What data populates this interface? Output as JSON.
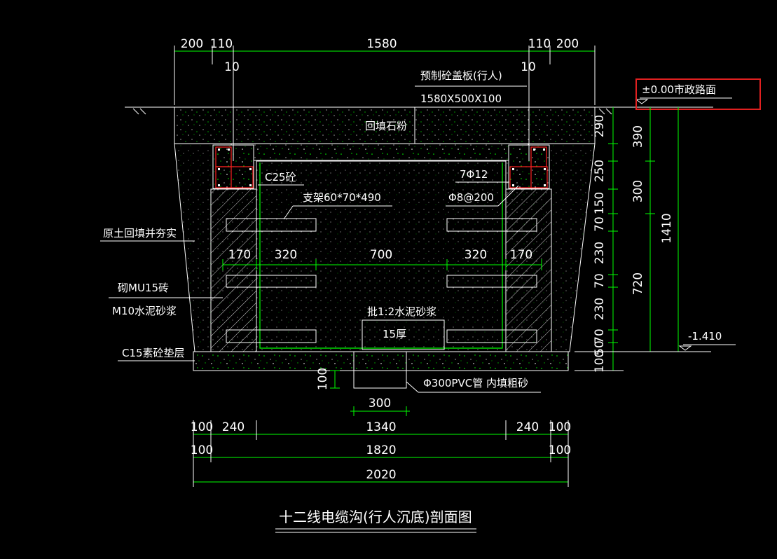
{
  "top_dims": {
    "d200_left": "200",
    "d110_left": "110",
    "d10_left": "10",
    "d1580": "1580",
    "d110_right": "110",
    "d10_right": "10",
    "d200_right": "200"
  },
  "labels": {
    "cover_title": "预制砼盖板(行人)",
    "cover_size": "1580X500X100",
    "elevation_top": "±0.00市政路面",
    "backfill_stone": "回填石粉",
    "c25": "C25砼",
    "rebar_main": "7Φ12",
    "rebar_stirrup": "Φ8@200",
    "bracket": "支架60*70*490",
    "soil_backfill": "原土回填并夯实",
    "brick": "砌MU15砖",
    "mortar": "M10水泥砂浆",
    "plaster": "批1:2水泥砂浆",
    "plaster_thk": "15厚",
    "cushion": "C15素砼垫层",
    "pvc": "Φ300PVC管 内填粗砂",
    "elevation_bottom": "-1.410",
    "title": "十二线电缆沟(行人沉底)剖面图"
  },
  "inner_dims": {
    "d170_left": "170",
    "d320_left": "320",
    "d700": "700",
    "d320_right": "320",
    "d170_right": "170"
  },
  "right_dims": {
    "v290": "290",
    "v250": "250",
    "v150": "150",
    "v70a": "70",
    "v230a": "230",
    "v70b": "70",
    "v230b": "230",
    "v70c": "70",
    "v50": "50",
    "v100": "100",
    "v390": "390",
    "v300": "300",
    "v720": "720",
    "v1410": "1410"
  },
  "bottom_dims": {
    "pipe_100": "100",
    "pipe_300": "300",
    "r1_100a": "100",
    "r1_240a": "240",
    "r1_1340": "1340",
    "r1_240b": "240",
    "r1_100b": "100",
    "r2_100a": "100",
    "r2_1820": "1820",
    "r2_100b": "100",
    "r3_2020": "2020"
  },
  "colors": {
    "background": "#000000",
    "dimension_line": "#00ff00",
    "outline": "#ffffff",
    "rebar": "#ff2020",
    "highlight_box": "#e02020"
  }
}
